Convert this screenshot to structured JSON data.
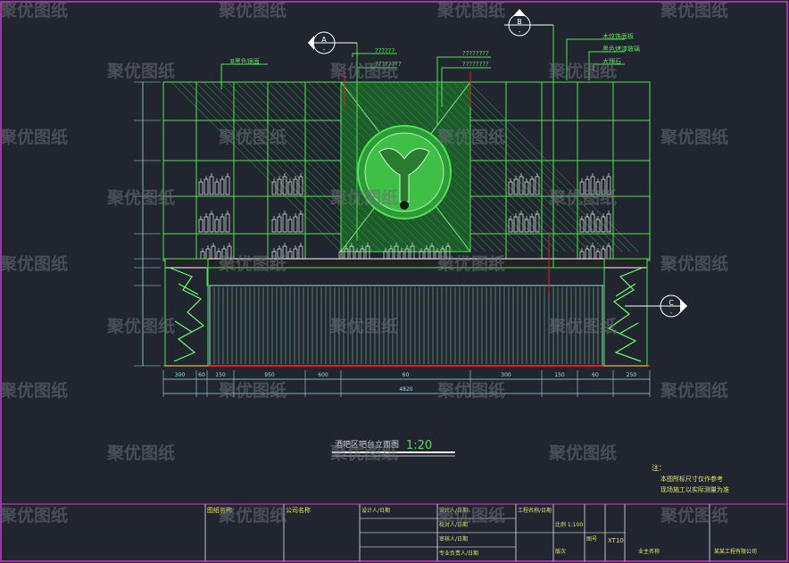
{
  "drawing": {
    "title": "酒吧区吧台立面图",
    "scale": "1:20",
    "section_markers": {
      "a": {
        "letter": "A",
        "num": "-"
      },
      "b": {
        "letter": "B",
        "num": "-"
      },
      "c": {
        "letter": "C",
        "num": "-"
      }
    },
    "callouts": {
      "left_top": "B黑色镜面",
      "center_1": "??????",
      "center_2": "????????",
      "center_3": "????????",
      "right_1": "木纹饰面板",
      "right_2": "黑色烤漆玻璃",
      "right_3": "大理石"
    },
    "dimensions_bottom": [
      "300",
      "60",
      "150",
      "950",
      "600",
      "60",
      "300",
      "150",
      "60",
      "250"
    ],
    "dimension_total": "4820",
    "notes": {
      "heading": "注：",
      "line1": "本图所标尺寸仅作参考",
      "line2": "现场施工以实际测量为准"
    }
  },
  "title_block": {
    "drawing_name_label": "图纸名称",
    "company_label": "公司名称",
    "designer_label": "设计人/日期",
    "row_labels": [
      "设计人/日期",
      "校对人/日期",
      "审核人/日期",
      "专业负责人/日期"
    ],
    "project_label": "工程名称/日期",
    "scale_label": "比例 1:100",
    "number_label": "图号",
    "drawing_no": "XT10",
    "sheet_label": "版次",
    "owner_label": "业主名称",
    "contractor_label": "某某工程有限公司"
  },
  "watermark": "聚优图纸"
}
